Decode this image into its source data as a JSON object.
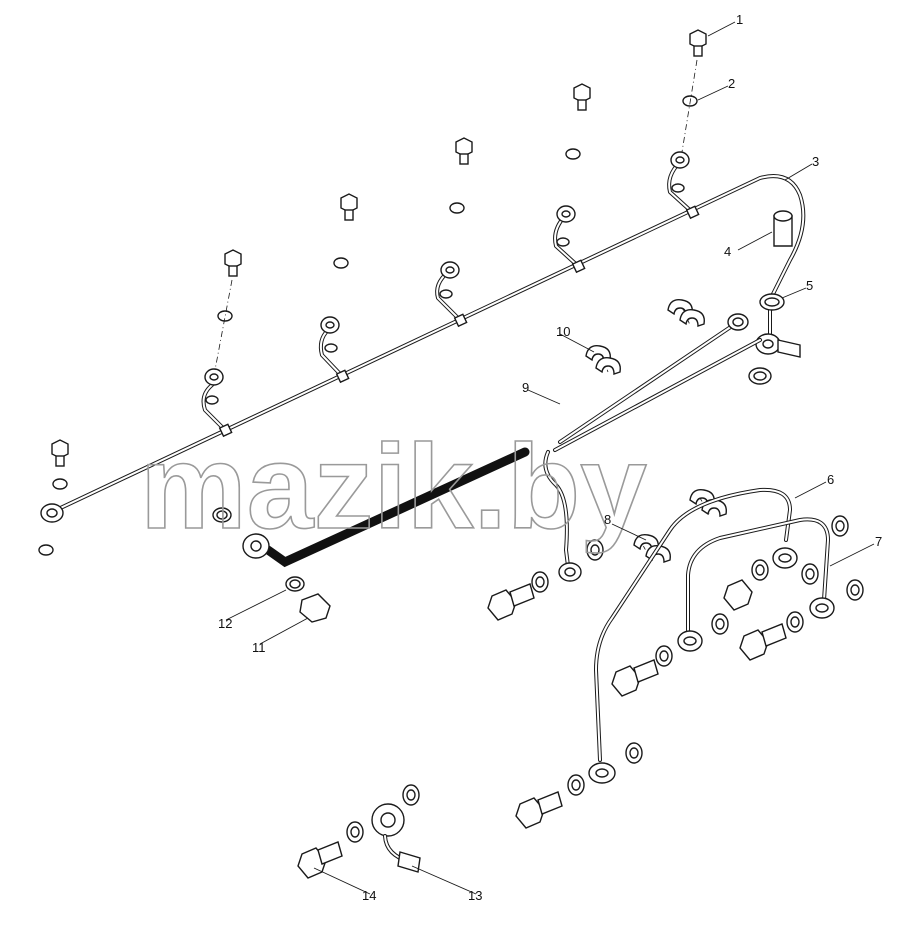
{
  "watermark": "mazik.by",
  "callouts": [
    {
      "id": "callout-1",
      "label": "1"
    },
    {
      "id": "callout-2",
      "label": "2"
    },
    {
      "id": "callout-3",
      "label": "3"
    },
    {
      "id": "callout-4",
      "label": "4"
    },
    {
      "id": "callout-5",
      "label": "5"
    },
    {
      "id": "callout-6",
      "label": "6"
    },
    {
      "id": "callout-7",
      "label": "7"
    },
    {
      "id": "callout-8",
      "label": "8"
    },
    {
      "id": "callout-9",
      "label": "9"
    },
    {
      "id": "callout-10",
      "label": "10"
    },
    {
      "id": "callout-11",
      "label": "11"
    },
    {
      "id": "callout-12",
      "label": "12"
    },
    {
      "id": "callout-13",
      "label": "13"
    },
    {
      "id": "callout-14",
      "label": "14"
    }
  ]
}
